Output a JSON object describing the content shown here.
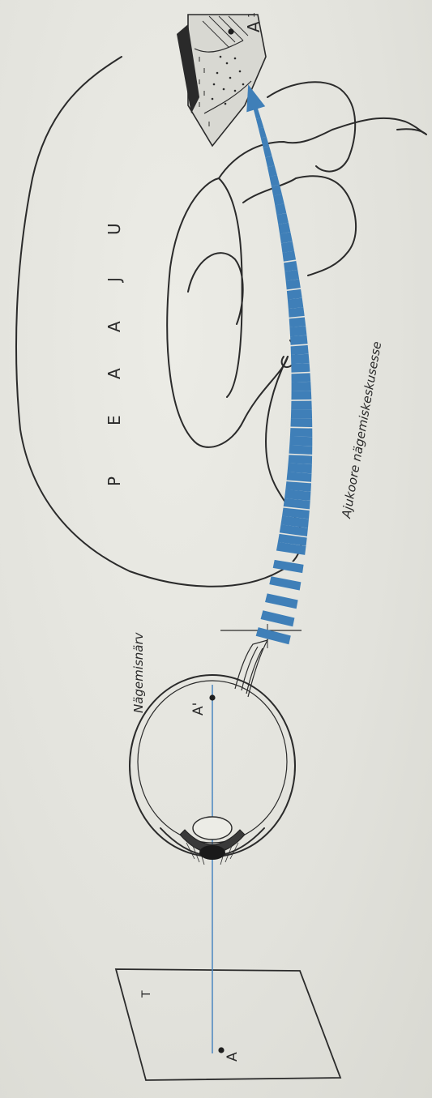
{
  "labels": {
    "point_object": "A",
    "point_retina": "A'",
    "point_cortex": "A",
    "point_cortex_sub": "1",
    "plane_letter": "T",
    "optic_nerve": "Nägemisnärv",
    "visual_pathway": "Ajukoore nägemiskeskusesse",
    "brain_letters": [
      "P",
      "E",
      "A",
      "A",
      "J",
      "U"
    ]
  },
  "colors": {
    "pathway_blue": "#3f7fb8",
    "ray_blue": "#4a86c0",
    "ink": "#2b2b2b",
    "paper": "#e6e6e0"
  }
}
